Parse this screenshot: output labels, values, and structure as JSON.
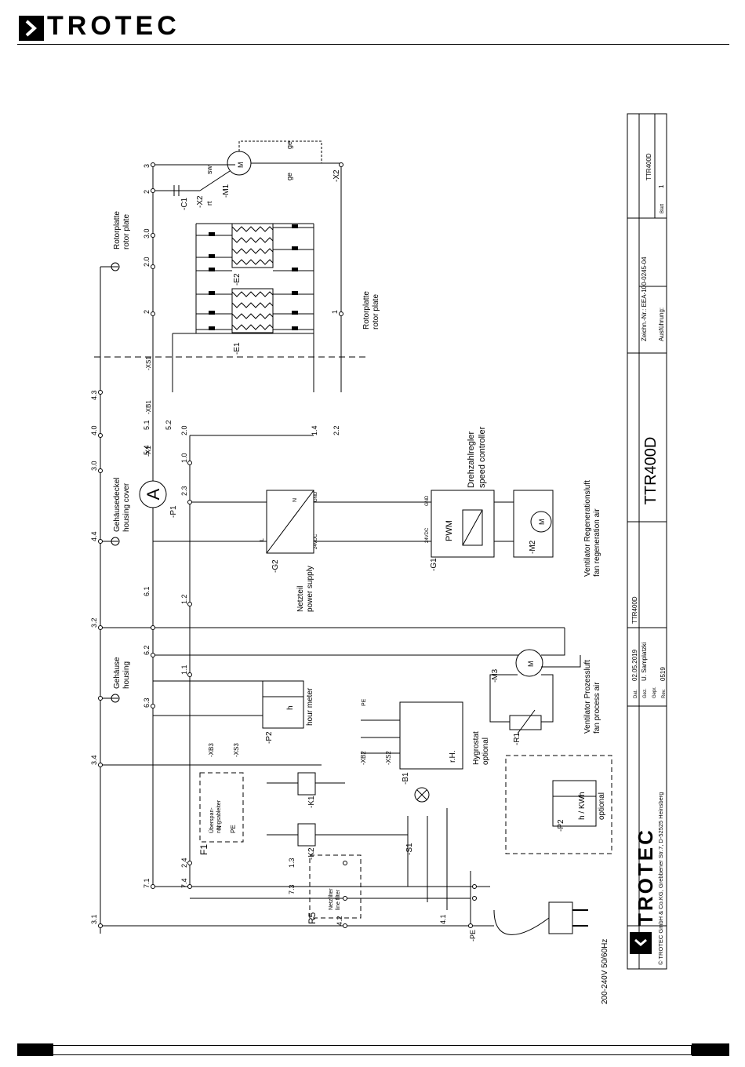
{
  "brand": {
    "name": "TROTEC"
  },
  "drawing": {
    "labels": {
      "rotor_de": "Rotorplatte",
      "rotor_en": "rotor plate",
      "cover_de": "Gehäusedeckel",
      "cover_en": "housing cover",
      "housing_de": "Gehäuse",
      "housing_en": "housing",
      "psu_de": "Netzteil",
      "psu_en": "power supply",
      "speed_de": "Drehzahlregler",
      "speed_en": "speed controller",
      "regen_de": "Ventilator Regenerationsluft",
      "regen_en": "fan regeneration air",
      "process_de": "Ventilator Prozessluft",
      "process_en": "fan process air",
      "hour_meter": "hour meter",
      "hygro_de": "Hygrostat",
      "hygro_opt": "optional",
      "optional": "optional",
      "surge_1": "Überspan-",
      "surge_2": "nungsableiter",
      "filter_1": "Netzfilter",
      "filter_2": "line filter",
      "supply": "200-240V 50/60Hz",
      "copyright": "© TROTEC GmbH & Co.KG, Grebbener Str.7, D-52525 Heinsberg",
      "pwm": "PWM",
      "rh": "r.H.",
      "h": "h",
      "hkwh": "h / KWh",
      "A": "A",
      "M": "M"
    },
    "refs": {
      "M1": "-M1",
      "C1": "-C1",
      "X2a": "-X2",
      "X2b": "-X2",
      "E1": "-E1",
      "E2": "-E2",
      "P1": "-P1",
      "G2": "-G2",
      "G1": "-G1",
      "M2": "-M2",
      "M3": "-M3",
      "R1": "-R1",
      "B1": "-B1",
      "P2a": "-P2",
      "P2b": "-P2",
      "K1": "-K1",
      "K2": "-K2",
      "S1": "-S1",
      "F1": "F1",
      "R5": "R5",
      "XS1": "-XS1",
      "XB1": "-XB1",
      "X1": "-X1",
      "XB3": "-XB3",
      "XS3": "-XS3",
      "XS2": "-XS2",
      "XB2": "-XB2",
      "PE": "-PE"
    },
    "terminals": [
      "3",
      "2",
      "3.0",
      "2.0",
      "2",
      "1",
      "4.3",
      "4.0",
      "3.0",
      "4.4",
      "3.2",
      "3.4",
      "5.1",
      "5.2",
      "5.4",
      "2.3",
      "1.0",
      "2.0",
      "1.2",
      "1.1",
      "6.1",
      "6.2",
      "6.3",
      "7.1",
      "7.4",
      "3.1",
      "2.4",
      "1.3",
      "7.3",
      "4.1",
      "4.2",
      "1.4",
      "2.2"
    ],
    "wires": {
      "sw": "sw",
      "rt": "rt",
      "ge": "ge",
      "gnd": "GND",
      "v24": "24VDC",
      "N": "N",
      "L": "L",
      "PE": "PE"
    }
  },
  "title_block": {
    "title": "TTR400D",
    "drawing_no": "Zeichn.-Nr.: EEA-100-0245-04",
    "version": "Ausführung:",
    "date_label": "Dat.",
    "date": "02.05.2019",
    "drawn_label": "Gez.",
    "drawn": "U. Samplatzki",
    "checked_label": "Gepr.",
    "rev_label": "Rev.",
    "rev": "0519",
    "model_small": "TTR400D",
    "sheet_label": "Blatt",
    "sheet": "1",
    "model_corner": "TTR400D"
  },
  "colors": {
    "ink": "#000000",
    "paper": "#ffffff"
  }
}
